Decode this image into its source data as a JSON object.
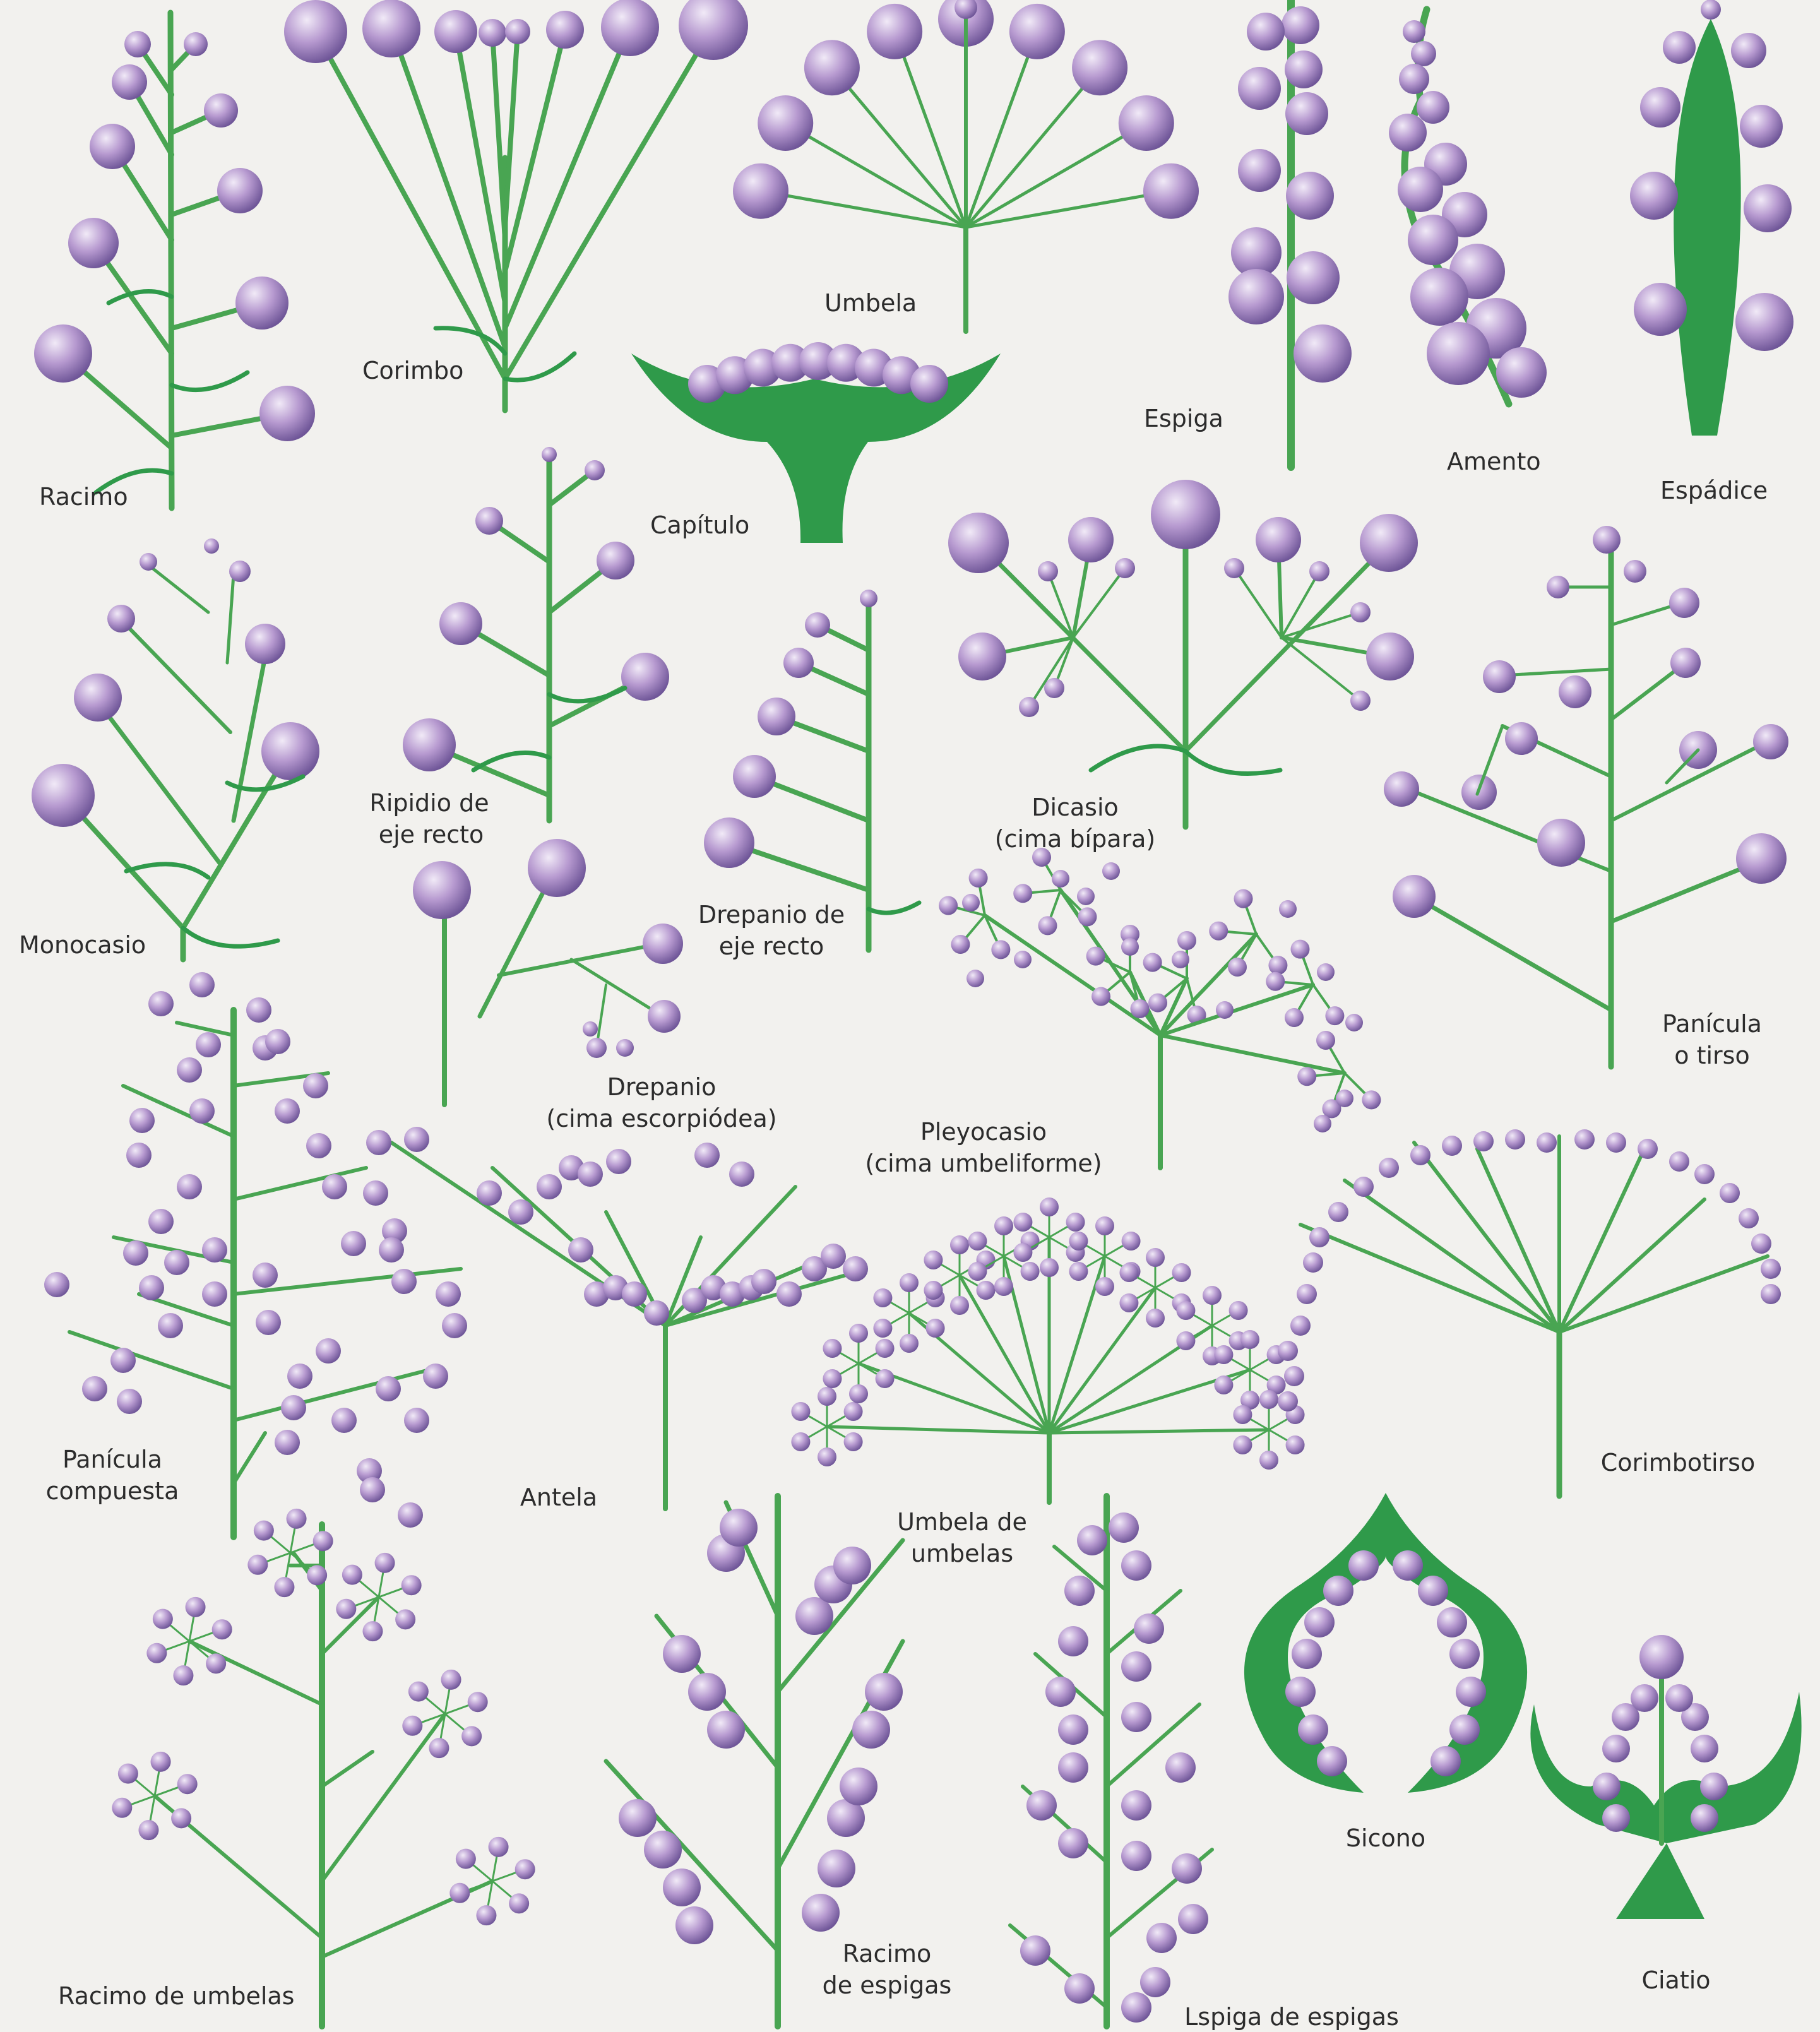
{
  "colors": {
    "background": "#f2f1ee",
    "stem": "#49a552",
    "bract": "#2f9a4a",
    "flower": "#b79ad0",
    "flower_highlight": "#f1eaf7",
    "flower_shadow": "#6f5698",
    "label": "#2c2c2c"
  },
  "labels": {
    "racimo": "Racimo",
    "corimbo": "Corimbo",
    "umbela": "Umbela",
    "capitulo": "Capítulo",
    "espiga": "Espiga",
    "amento": "Amento",
    "espadice": "Espádice",
    "monocasio": "Monocasio",
    "ripidio_1": "Ripidio de",
    "ripidio_2": "eje recto",
    "drepanio_recto_1": "Drepanio de",
    "drepanio_recto_2": "eje recto",
    "dicasio_1": "Dicasio",
    "dicasio_2": "(cima bípara)",
    "panicula_1": "Panícula",
    "panicula_2": "o tirso",
    "drepanio_1": "Drepanio",
    "drepanio_2": "(cima escorpiódea)",
    "pleyocasio_1": "Pleyocasio",
    "pleyocasio_2": "(cima umbeliforme)",
    "panicula_compuesta_1": "Panícula",
    "panicula_compuesta_2": "compuesta",
    "antela": "Antela",
    "umbela_umbelas_1": "Umbela de",
    "umbela_umbelas_2": "umbelas",
    "corimbotirso": "Corimbotirso",
    "sicono": "Sicono",
    "racimo_umbelas": "Racimo de umbelas",
    "racimo_espigas_1": "Racimo",
    "racimo_espigas_2": "de espigas",
    "espiga_espigas": "Lspiga de espigas",
    "ciatio": "Ciatio"
  }
}
